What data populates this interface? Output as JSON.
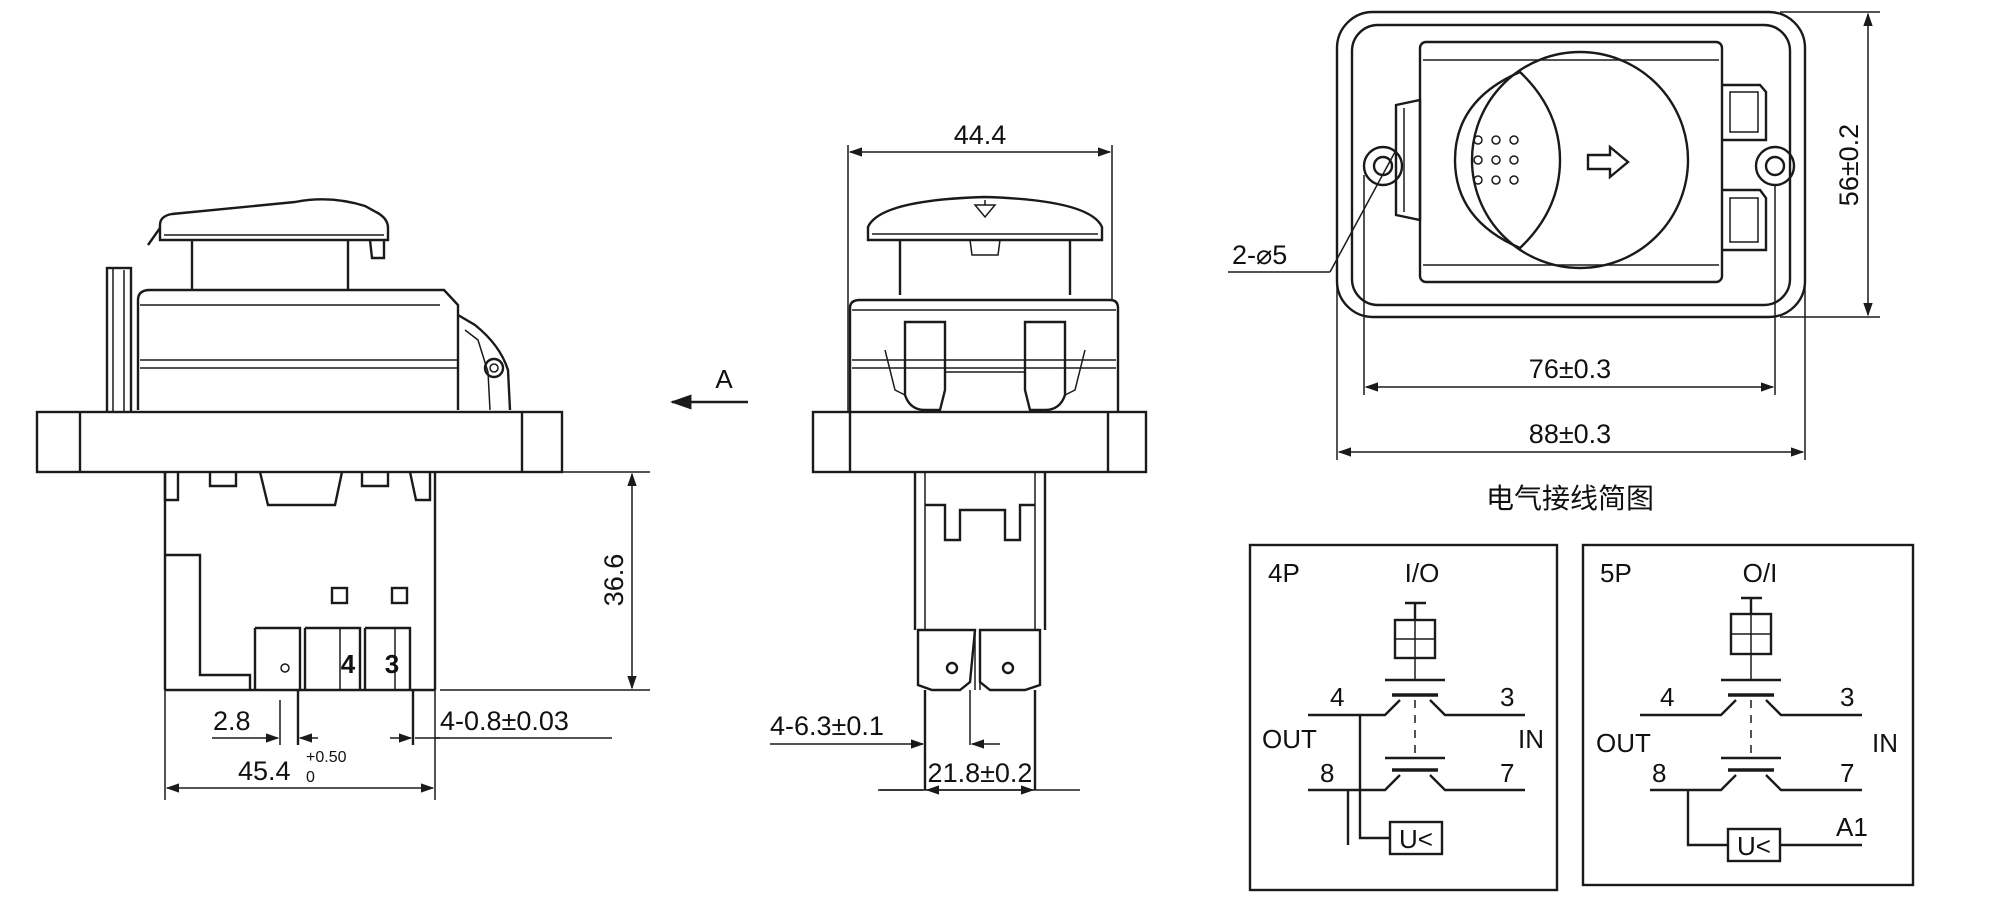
{
  "side_view": {
    "terminal_label_4": "4",
    "terminal_label_3": "3",
    "dim_height": "36.6",
    "dim_pitch": "2.8",
    "dim_terminal_width": "4-0.8±0.03",
    "dim_width_base": "45.4",
    "dim_width_tol_upper": "+0.50",
    "dim_width_tol_lower": "0"
  },
  "view_arrow_label": "A",
  "front_view": {
    "dim_top_width": "44.4",
    "dim_terminal": "4-6.3±0.1",
    "dim_terminal_span": "21.8±0.2"
  },
  "top_view": {
    "dim_holes": "2-⌀5",
    "dim_height": "56±0.2",
    "dim_hole_spacing": "76±0.3",
    "dim_overall_width": "88±0.3"
  },
  "wiring_title": "电气接线简图",
  "schematic_4p": {
    "label": "4P",
    "switch_label": "I/O",
    "left_top": "4",
    "right_top": "3",
    "out_label": "OUT",
    "in_label": "IN",
    "left_bottom": "8",
    "right_bottom": "7",
    "coil_label": "U<"
  },
  "schematic_5p": {
    "label": "5P",
    "switch_label": "O/I",
    "left_top": "4",
    "right_top": "3",
    "out_label": "OUT",
    "in_label": "IN",
    "left_bottom": "8",
    "right_bottom": "7",
    "coil_label": "U<",
    "extra_terminal": "A1"
  }
}
